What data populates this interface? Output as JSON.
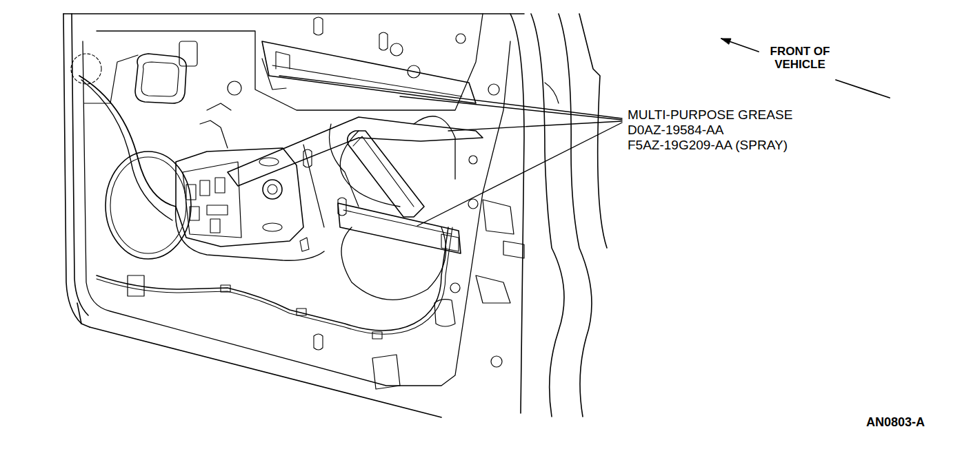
{
  "diagram": {
    "labels": [
      "MULTI-PURPOSE GREASE",
      "D0AZ-19584-AA",
      "F5AZ-19G209-AA (SPRAY)",
      "FRONT OF VEHICLE",
      "AN0803-A"
    ]
  }
}
